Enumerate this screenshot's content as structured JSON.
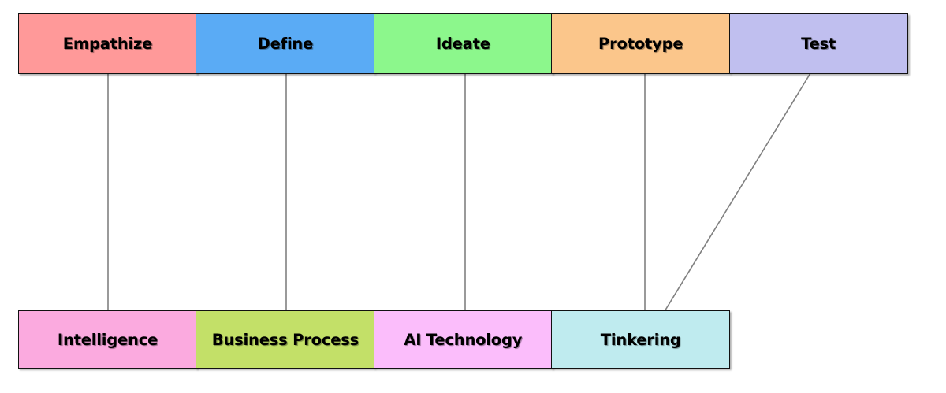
{
  "diagram": {
    "type": "two-row-mapping-diagram",
    "background": "#ffffff",
    "top_row": {
      "name": "design-thinking-stages",
      "nodes": [
        {
          "label": "Empathize",
          "color": "#ff9999"
        },
        {
          "label": "Define",
          "color": "#5aabf5"
        },
        {
          "label": "Ideate",
          "color": "#8cf78c"
        },
        {
          "label": "Prototype",
          "color": "#fbc68b"
        },
        {
          "label": "Test",
          "color": "#c0bfef"
        }
      ]
    },
    "bottom_row": {
      "name": "outcome-categories",
      "nodes": [
        {
          "label": "Intelligence",
          "color": "#fbaadf"
        },
        {
          "label": "Business Process",
          "color": "#c3e068"
        },
        {
          "label": "AI Technology",
          "color": "#fbbdfb"
        },
        {
          "label": "Tinkering",
          "color": "#bfebef"
        }
      ]
    },
    "connectors": {
      "color": "#808080",
      "width": 1.6,
      "links": [
        {
          "from": "Empathize",
          "to": "Intelligence",
          "style": "vertical"
        },
        {
          "from": "Define",
          "to": "Business Process",
          "style": "vertical"
        },
        {
          "from": "Ideate",
          "to": "AI Technology",
          "style": "vertical"
        },
        {
          "from": "Prototype",
          "to": "Tinkering",
          "style": "vertical"
        },
        {
          "from": "Test",
          "to": "Tinkering",
          "style": "diagonal"
        }
      ]
    }
  }
}
